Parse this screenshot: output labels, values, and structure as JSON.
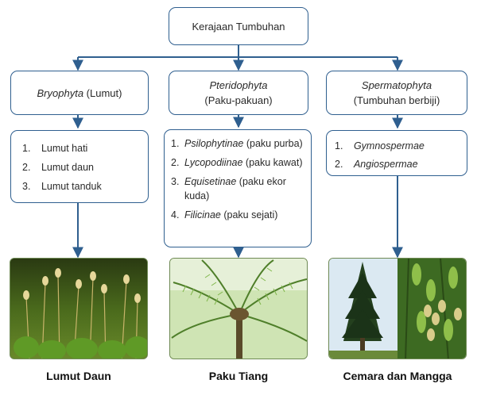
{
  "root": {
    "label": "Kerajaan Tumbuhan"
  },
  "divisions": [
    {
      "latin": "Bryophyta",
      "common": " (Lumut)",
      "items": [
        {
          "num": "1.",
          "latin": "",
          "text": "Lumut hati"
        },
        {
          "num": "2.",
          "latin": "",
          "text": "Lumut daun"
        },
        {
          "num": "3.",
          "latin": "",
          "text": "Lumut tanduk"
        }
      ],
      "caption": "Lumut Daun",
      "image_subject": "moss"
    },
    {
      "latin": "Pteridophyta",
      "common": "(Paku-pakuan)",
      "items": [
        {
          "num": "1.",
          "latin": "Psilophytinae",
          "text": " (paku purba)"
        },
        {
          "num": "2.",
          "latin": "Lycopodiinae",
          "text": " (paku kawat)"
        },
        {
          "num": "3.",
          "latin": "Equisetinae",
          "text": " (paku ekor kuda)"
        },
        {
          "num": "4.",
          "latin": "Filicinae",
          "text": " (paku sejati)"
        }
      ],
      "caption": "Paku Tiang",
      "image_subject": "tree-fern"
    },
    {
      "latin": "Spermatophyta",
      "common": "(Tumbuhan berbiji)",
      "items": [
        {
          "num": "1.",
          "latin": "Gymnospermae",
          "text": ""
        },
        {
          "num": "2.",
          "latin": "Angiospermae",
          "text": ""
        }
      ],
      "caption": "Cemara dan Mangga",
      "image_subject": "pine-and-mango"
    }
  ],
  "colors": {
    "line": "#2f5f8f",
    "box_border": "#2f5f8f"
  }
}
